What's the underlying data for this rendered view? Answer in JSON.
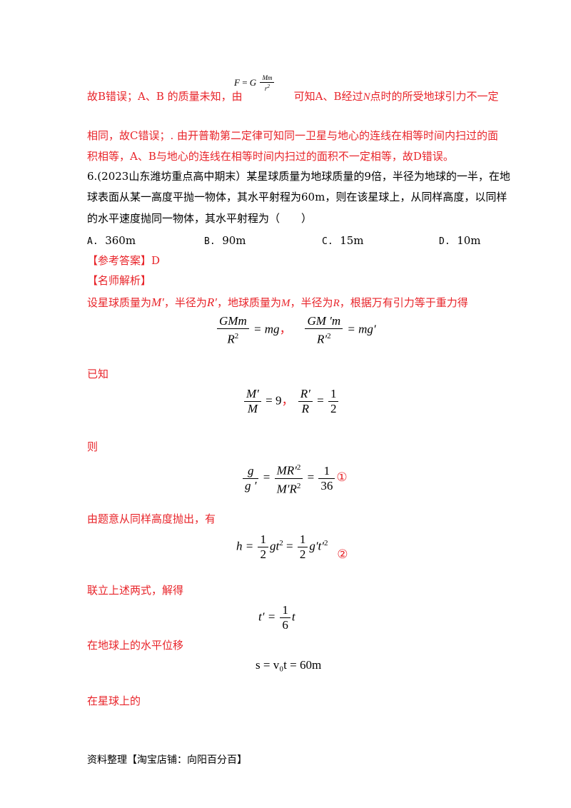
{
  "top_formula": {
    "lhs": "F",
    "eq": "=",
    "G": "G",
    "num": "Mm",
    "den": "r"
  },
  "line1": {
    "part1": "故B错误；A、B 的质量未知，由",
    "part2": "可知A、B经过",
    "italicN": "N",
    "part3": "点时的所受地球引力不一定"
  },
  "line2": "相同，故C错误；. 由开普勒第二定律可知同一卫星与地心的连线在相等时间内扫过的面",
  "line3": "积相等，A、B与地心的连线在相等时间内扫过的面积不一定相等，故D错误。",
  "question": {
    "line1": "6.(2023山东潍坊重点高中期末）某星球质量为地球质量的9倍，半径为地球的一半，在地",
    "line2": "球表面从某一高度平抛一物体，其水平射程为60m，则在该星球上，从同样高度，以同样",
    "line3": "的水平速度抛同一物体，其水平射程为（　　）"
  },
  "options": [
    {
      "letter": "A.",
      "value": "360m"
    },
    {
      "letter": "B.",
      "value": "90m"
    },
    {
      "letter": "C.",
      "value": "15m"
    },
    {
      "letter": "D.",
      "value": "10m"
    }
  ],
  "answer": "【参考答案】D",
  "analysis_title": "【名师解析】",
  "setup": {
    "p1": "设星球质量为",
    "Mp": "M′",
    "p2": "，半径为",
    "Rp": "R′",
    "p3": "，地球质量为",
    "M": "M",
    "p4": "，半径为",
    "R": "R",
    "p5": "，根据万有引力等于重力得"
  },
  "eq1": {
    "num1": "GMm",
    "den1": "R",
    "rhs1": "= mg",
    "sep": "，",
    "num2": "GM ′m",
    "den2": "R′",
    "rhs2": "= mg′"
  },
  "known": "已知",
  "eq2": {
    "num1": "M′",
    "den1": "M",
    "rhs1": "= 9",
    "sep": "，",
    "num2": "R′",
    "den2": "R",
    "eq": "=",
    "num3": "1",
    "den3": "2"
  },
  "then": "则",
  "eq3": {
    "num1": "g",
    "den1": "g ′",
    "eq1": "=",
    "num2": "MR′",
    "den2": "M′R",
    "eq2": "=",
    "num3": "1",
    "den3": "36",
    "mark": "①"
  },
  "from_problem": "由题意从同样高度抛出，有",
  "eq4": {
    "h": "h =",
    "num1": "1",
    "den1": "2",
    "mid": "gt",
    "eq": "=",
    "num2": "1",
    "den2": "2",
    "end": "g′t′",
    "mark": "②"
  },
  "combine": "联立上述两式，解得",
  "eq5": {
    "lhs": "t′ =",
    "num": "1",
    "den": "6",
    "t": "t"
  },
  "earth_disp": "在地球上的水平位移",
  "eq6": "s = v₀t = 60m",
  "on_star": "在星球上的",
  "footer": "资料整理【淘宝店铺：向阳百分百】"
}
